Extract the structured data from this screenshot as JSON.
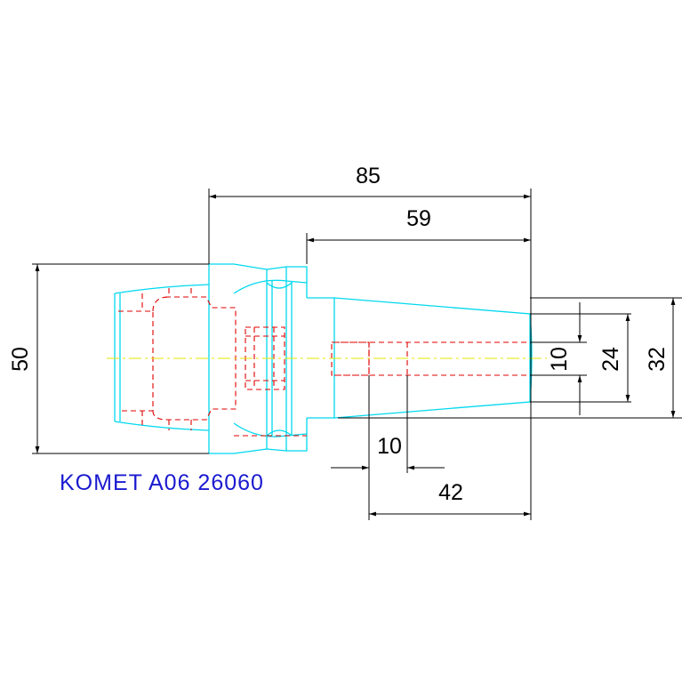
{
  "part_label": "KOMET A06 26060",
  "dimensions": {
    "overall_length": "85",
    "shank_length": "59",
    "flange_diameter": "50",
    "shank_outer_diameter": "32",
    "shank_end_diameter": "24",
    "bore_diameter": "10",
    "bore_depth": "42",
    "counterbore_depth": "10"
  },
  "colors": {
    "outline": "#00d8ef",
    "hidden": "#e00000",
    "centerline": "#e6e600",
    "dimension": "#000000",
    "label": "#1a1ad0",
    "background": "#ffffff"
  }
}
